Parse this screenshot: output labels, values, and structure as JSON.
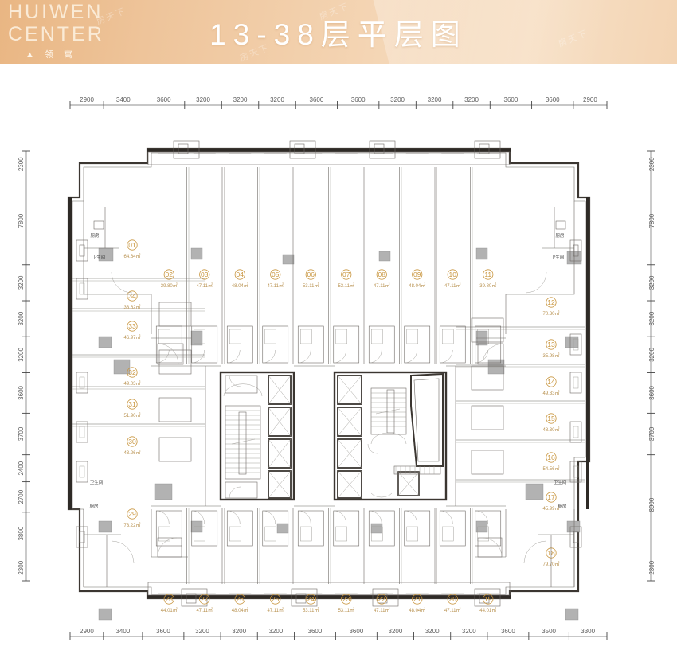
{
  "banner": {
    "logo_line1": "HUIWEN",
    "logo_line2": "CENTER",
    "logo_sub": "▲ 领 寓",
    "title": "13-38层平层图",
    "accent_color": "#e9b683",
    "title_color": "#ffffff",
    "watermark": "房天下"
  },
  "plan": {
    "unit_number_color": "#c9963f",
    "unit_area_color": "#b8914f",
    "wall_color": "#2e2a26",
    "area_unit": "㎡",
    "room_labels": [
      {
        "name": "kitchen-top-left",
        "text": "厨房"
      },
      {
        "name": "bathroom-top-left",
        "text": "卫生间"
      },
      {
        "name": "kitchen-top-right",
        "text": "厨房"
      },
      {
        "name": "bathroom-top-right",
        "text": "卫生间"
      },
      {
        "name": "bathroom-bottom-left",
        "text": "卫生间"
      },
      {
        "name": "kitchen-bottom-left",
        "text": "厨房"
      },
      {
        "name": "bathroom-bottom-right",
        "text": "卫生间"
      },
      {
        "name": "kitchen-bottom-right",
        "text": "厨房"
      }
    ]
  },
  "dimensions": {
    "top": [
      "2900",
      "3400",
      "3600",
      "3200",
      "3200",
      "3200",
      "3600",
      "3600",
      "3200",
      "3200",
      "3200",
      "3600",
      "3600",
      "2900"
    ],
    "bottom": [
      "2900",
      "3400",
      "3600",
      "3200",
      "3200",
      "3200",
      "3600",
      "3600",
      "3200",
      "3200",
      "3200",
      "3600",
      "3500",
      "3300"
    ],
    "left": [
      "2300",
      "7800",
      "3200",
      "3200",
      "3200",
      "3600",
      "3700",
      "2400",
      "2700",
      "3800",
      "2300"
    ],
    "right": [
      "2300",
      "7800",
      "3200",
      "3200",
      "3200",
      "3600",
      "3700",
      "8900",
      "2300"
    ]
  },
  "units": {
    "top_row": [
      {
        "number": "02",
        "area": "39.80㎡"
      },
      {
        "number": "03",
        "area": "47.11㎡"
      },
      {
        "number": "04",
        "area": "48.04㎡"
      },
      {
        "number": "05",
        "area": "47.11㎡"
      },
      {
        "number": "06",
        "area": "53.11㎡"
      },
      {
        "number": "07",
        "area": "53.11㎡"
      },
      {
        "number": "08",
        "area": "47.11㎡"
      },
      {
        "number": "09",
        "area": "48.04㎡"
      },
      {
        "number": "10",
        "area": "47.11㎡"
      },
      {
        "number": "11",
        "area": "39.80㎡"
      }
    ],
    "left_col": [
      {
        "number": "01",
        "area": "64.64㎡"
      },
      {
        "number": "34",
        "area": "33.62㎡"
      },
      {
        "number": "33",
        "area": "46.97㎡"
      },
      {
        "number": "32",
        "area": "49.03㎡"
      },
      {
        "number": "31",
        "area": "51.90㎡"
      },
      {
        "number": "30",
        "area": "43.26㎡"
      },
      {
        "number": "29",
        "area": "73.22㎡"
      }
    ],
    "right_col": [
      {
        "number": "12",
        "area": "70.30㎡"
      },
      {
        "number": "13",
        "area": "35.98㎡"
      },
      {
        "number": "14",
        "area": "49.33㎡"
      },
      {
        "number": "15",
        "area": "48.30㎡"
      },
      {
        "number": "16",
        "area": "54.56㎡"
      },
      {
        "number": "17",
        "area": "45.99㎡"
      },
      {
        "number": "18",
        "area": "79.70㎡"
      }
    ],
    "bottom_row": [
      {
        "number": "28",
        "area": "44.01㎡"
      },
      {
        "number": "27",
        "area": "47.11㎡"
      },
      {
        "number": "26",
        "area": "48.04㎡"
      },
      {
        "number": "25",
        "area": "47.11㎡"
      },
      {
        "number": "24",
        "area": "53.11㎡"
      },
      {
        "number": "23",
        "area": "53.11㎡"
      },
      {
        "number": "22",
        "area": "47.11㎡"
      },
      {
        "number": "21",
        "area": "48.04㎡"
      },
      {
        "number": "20",
        "area": "47.11㎡"
      },
      {
        "number": "19",
        "area": "44.01㎡"
      }
    ]
  }
}
